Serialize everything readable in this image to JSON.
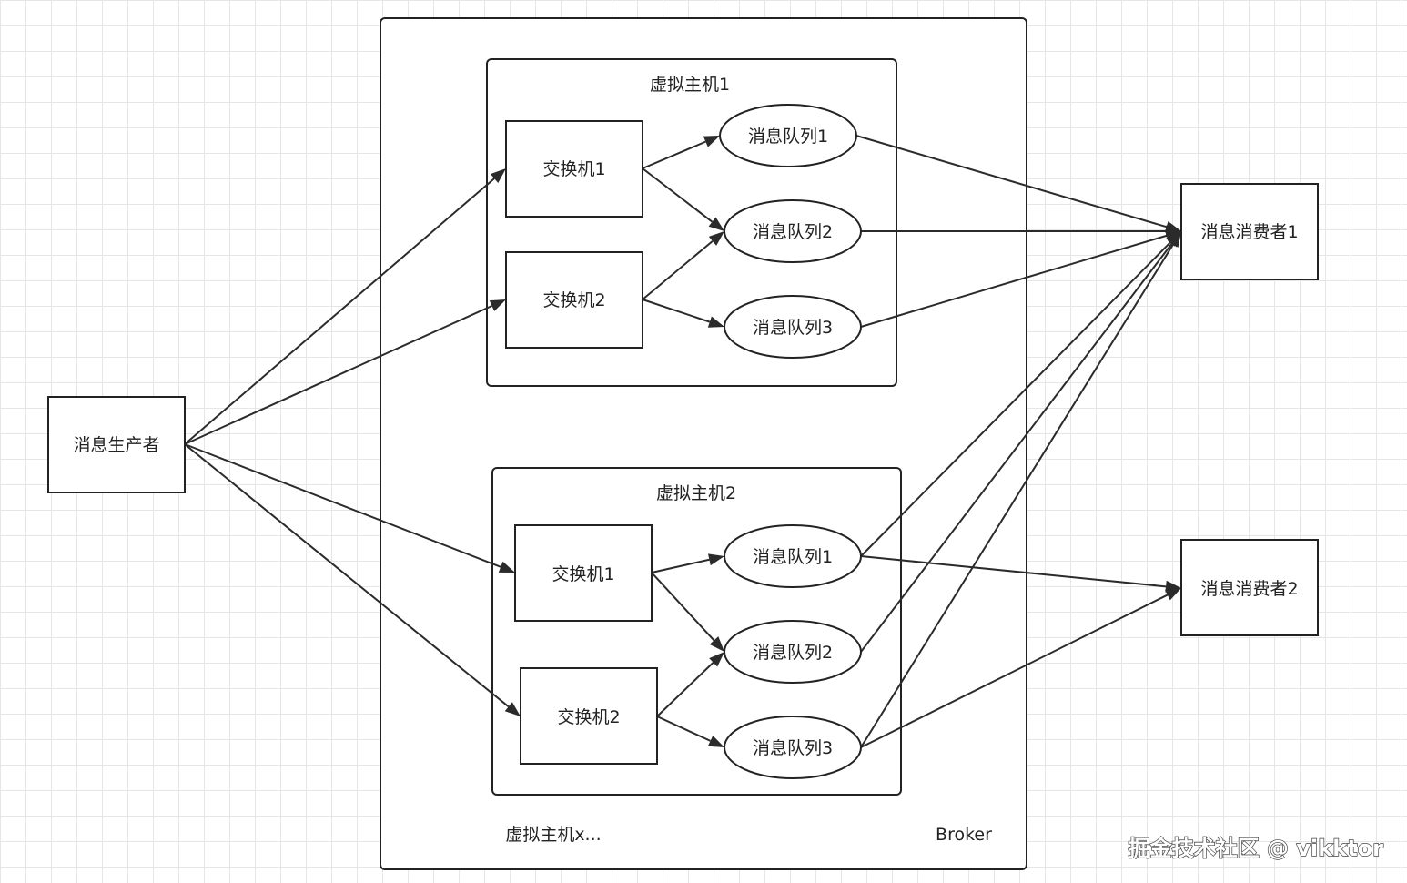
{
  "producer": {
    "label": "消息生产者"
  },
  "broker": {
    "label": "Broker",
    "more_vhosts_label": "虚拟主机x..."
  },
  "vhost1": {
    "title": "虚拟主机1",
    "exchange1": "交换机1",
    "exchange2": "交换机2",
    "queue1": "消息队列1",
    "queue2": "消息队列2",
    "queue3": "消息队列3"
  },
  "vhost2": {
    "title": "虚拟主机2",
    "exchange1": "交换机1",
    "exchange2": "交换机2",
    "queue1": "消息队列1",
    "queue2": "消息队列2",
    "queue3": "消息队列3"
  },
  "consumer1": {
    "label": "消息消费者1"
  },
  "consumer2": {
    "label": "消息消费者2"
  },
  "watermark": "掘金技术社区 @ vikktor",
  "edges": [
    {
      "from": "producer",
      "to": "vhost1-exchange1"
    },
    {
      "from": "producer",
      "to": "vhost1-exchange2"
    },
    {
      "from": "producer",
      "to": "vhost2-exchange1"
    },
    {
      "from": "producer",
      "to": "vhost2-exchange2"
    },
    {
      "from": "vhost1-exchange1",
      "to": "vhost1-queue1"
    },
    {
      "from": "vhost1-exchange1",
      "to": "vhost1-queue2"
    },
    {
      "from": "vhost1-exchange2",
      "to": "vhost1-queue2"
    },
    {
      "from": "vhost1-exchange2",
      "to": "vhost1-queue3"
    },
    {
      "from": "vhost2-exchange1",
      "to": "vhost2-queue1"
    },
    {
      "from": "vhost2-exchange1",
      "to": "vhost2-queue2"
    },
    {
      "from": "vhost2-exchange2",
      "to": "vhost2-queue2"
    },
    {
      "from": "vhost2-exchange2",
      "to": "vhost2-queue3"
    },
    {
      "from": "vhost1-queue1",
      "to": "consumer1"
    },
    {
      "from": "vhost1-queue2",
      "to": "consumer1"
    },
    {
      "from": "vhost1-queue3",
      "to": "consumer1"
    },
    {
      "from": "vhost2-queue1",
      "to": "consumer1"
    },
    {
      "from": "vhost2-queue2",
      "to": "consumer1"
    },
    {
      "from": "vhost2-queue3",
      "to": "consumer1"
    },
    {
      "from": "vhost2-queue1",
      "to": "consumer2"
    },
    {
      "from": "vhost2-queue3",
      "to": "consumer2"
    }
  ]
}
